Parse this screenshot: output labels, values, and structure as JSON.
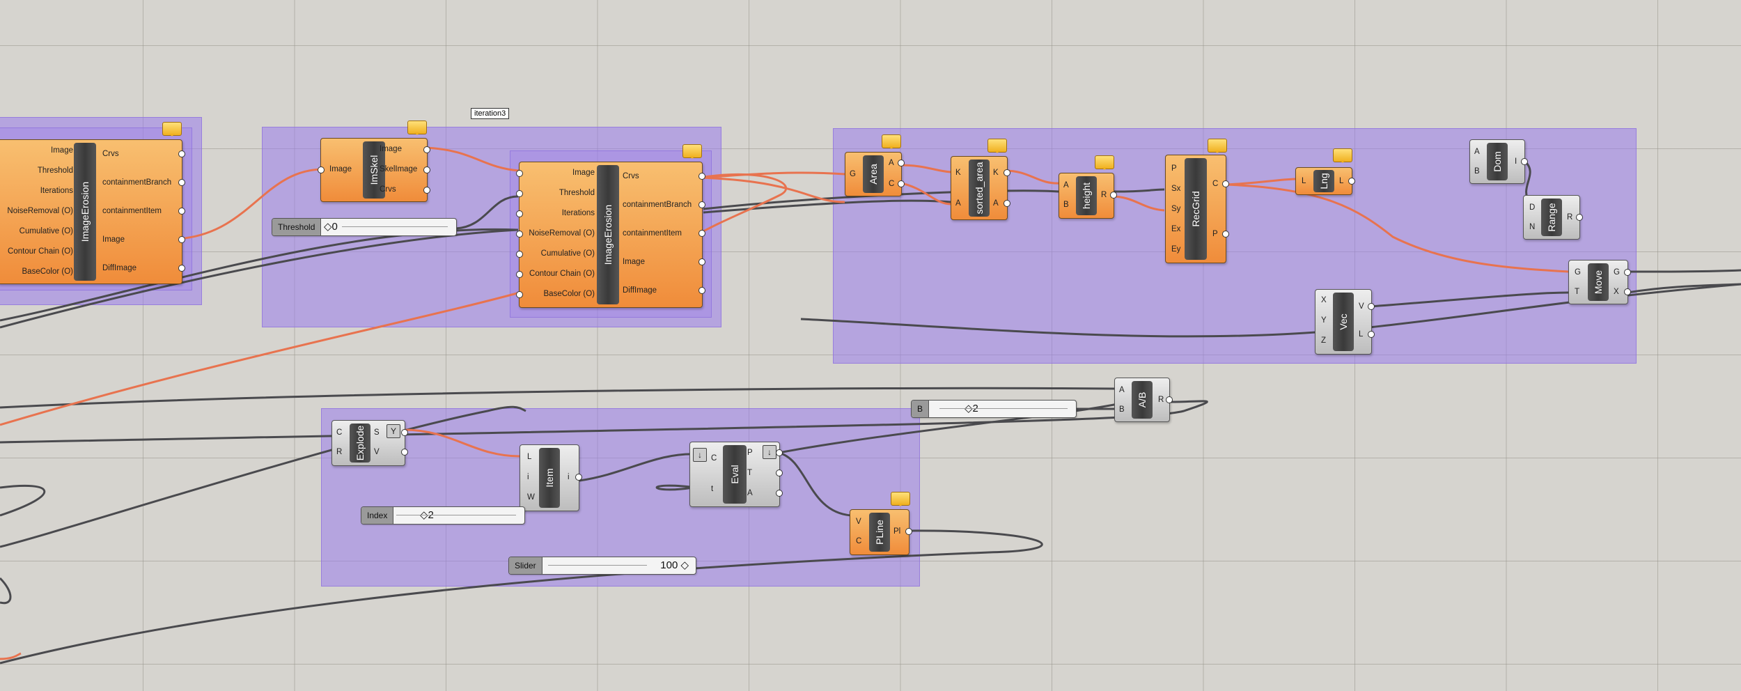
{
  "canvas": {
    "background": "#d6d4cf"
  },
  "scribble": {
    "text": "iteration3"
  },
  "components": {
    "imageErosion1": {
      "name": "ImageErosion",
      "inputs": [
        "Image",
        "Threshold",
        "Iterations",
        "NoiseRemoval (O)",
        "Cumulative (O)",
        "Contour Chain (O)",
        "BaseColor (O)"
      ],
      "outputs": [
        "Crvs",
        "containmentBranch",
        "containmentItem",
        "Image",
        "DiffImage"
      ]
    },
    "imSkel": {
      "name": "ImSkel",
      "inputs": [
        "Image"
      ],
      "outputs": [
        "Image",
        "SkelImage",
        "Crvs"
      ]
    },
    "imageErosion2": {
      "name": "ImageErosion",
      "inputs": [
        "Image",
        "Threshold",
        "Iterations",
        "NoiseRemoval (O)",
        "Cumulative (O)",
        "Contour Chain (O)",
        "BaseColor (O)"
      ],
      "outputs": [
        "Crvs",
        "containmentBranch",
        "containmentItem",
        "Image",
        "DiffImage"
      ]
    },
    "area": {
      "name": "Area",
      "inputs": [
        "G"
      ],
      "outputs": [
        "A",
        "C"
      ]
    },
    "sortedArea": {
      "name": "sorted_area",
      "inputs": [
        "K",
        "A"
      ],
      "outputs": [
        "K",
        "A"
      ]
    },
    "height": {
      "name": "height",
      "inputs": [
        "A",
        "B"
      ],
      "outputs": [
        "R"
      ]
    },
    "recGrid": {
      "name": "RecGrid",
      "inputs": [
        "P",
        "Sx",
        "Sy",
        "Ex",
        "Ey"
      ],
      "outputs": [
        "C",
        "P"
      ]
    },
    "lng": {
      "name": "Lng",
      "inputs": [
        "L"
      ],
      "outputs": [
        "L"
      ]
    },
    "dom": {
      "name": "Dom",
      "inputs": [
        "A",
        "B"
      ],
      "outputs": [
        "I"
      ]
    },
    "range": {
      "name": "Range",
      "inputs": [
        "D",
        "N"
      ],
      "outputs": [
        "R"
      ]
    },
    "move": {
      "name": "Move",
      "inputs": [
        "G",
        "T"
      ],
      "outputs": [
        "G",
        "X"
      ]
    },
    "vec": {
      "name": "Vec",
      "inputs": [
        "X",
        "Y",
        "Z"
      ],
      "outputs": [
        "V",
        "L"
      ]
    },
    "div": {
      "name": "A/B",
      "inputs": [
        "A",
        "B"
      ],
      "outputs": [
        "R"
      ]
    },
    "explode": {
      "name": "Explode",
      "inputs": [
        "C",
        "R"
      ],
      "outputs": [
        "S",
        "V"
      ]
    },
    "item": {
      "name": "Item",
      "inputs": [
        "L",
        "i",
        "W"
      ],
      "outputs": [
        "i"
      ]
    },
    "eval": {
      "name": "Eval",
      "inputs": [
        "C",
        "t"
      ],
      "outputs": [
        "P",
        "T",
        "A"
      ]
    },
    "pline": {
      "name": "PLine",
      "inputs": [
        "V",
        "C"
      ],
      "outputs": [
        "Pl"
      ]
    }
  },
  "sliders": {
    "threshold": {
      "label": "Threshold",
      "value": "◇0"
    },
    "b": {
      "label": "B",
      "value": "◇2"
    },
    "index": {
      "label": "Index",
      "value": "◇2"
    },
    "slider": {
      "label": "Slider",
      "value": "100 ◇"
    }
  },
  "colors": {
    "wire_selected": "#e8734f",
    "wire_default": "#4a4a4e",
    "group": "#9878ee",
    "component": "#f5a24e"
  }
}
